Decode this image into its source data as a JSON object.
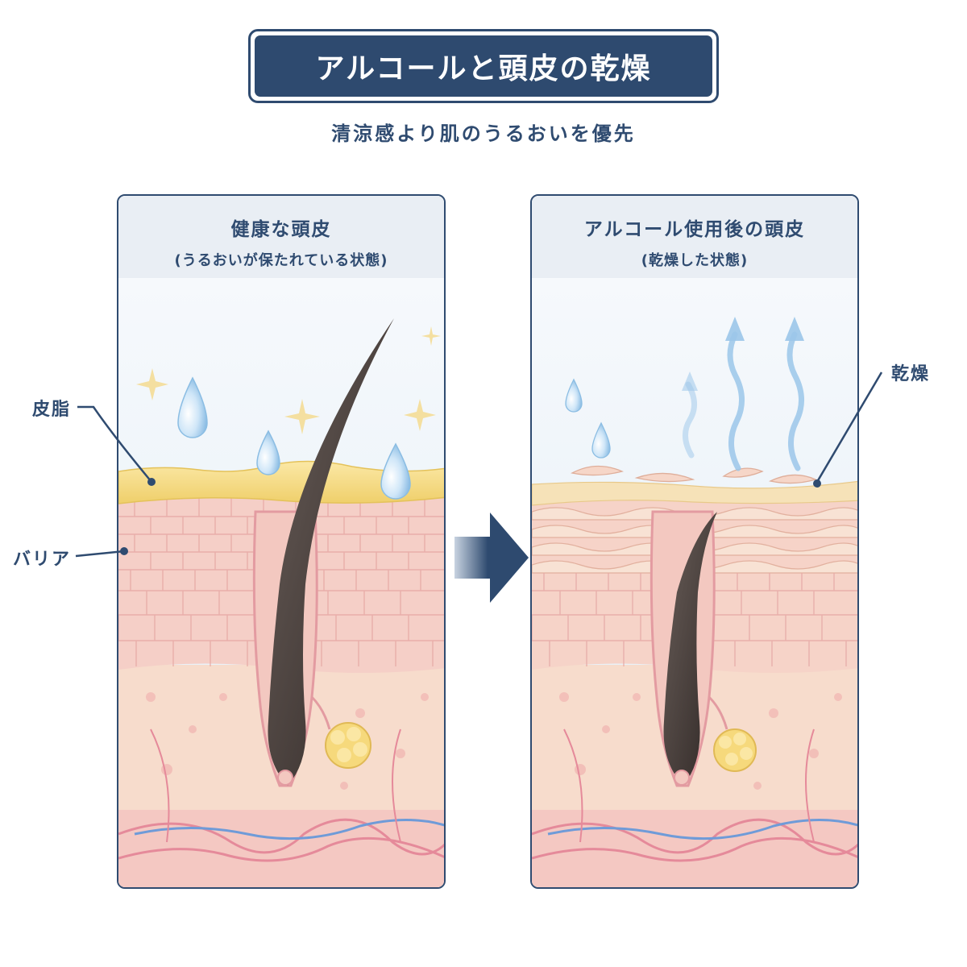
{
  "title": "アルコールと頭皮の乾燥",
  "subtitle": "清涼感より肌のうるおいを優先",
  "panels": {
    "healthy": {
      "title": "健康な頭皮",
      "caption": "(うるおいが保たれている状態)"
    },
    "dry": {
      "title": "アルコール使用後の頭皮",
      "caption": "(乾燥した状態)"
    }
  },
  "labels": {
    "sebum": "皮脂",
    "barrier": "バリア",
    "dryness": "乾燥"
  },
  "colors": {
    "navy": "#2e4a6f",
    "sebum": "#f2d77a",
    "skin": "#f3c9c4",
    "dermis": "#f6dccd",
    "hair": "#3b3330",
    "water": "#a9d2ef",
    "vapor": "#9cc7ea"
  }
}
